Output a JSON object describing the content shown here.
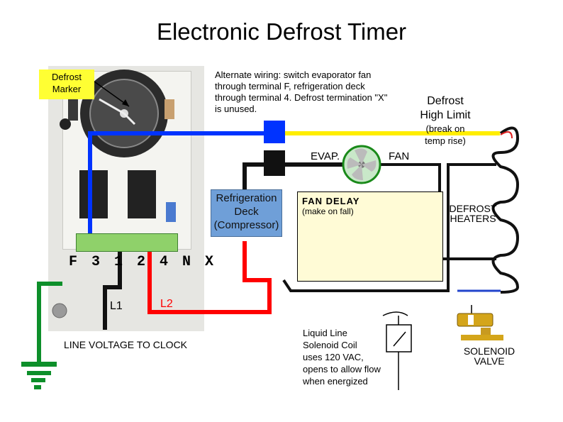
{
  "title": "Electronic Defrost Timer",
  "defrost_marker": {
    "line1": "Defrost",
    "line2": "Marker"
  },
  "alternate_note": {
    "l1": "Alternate wiring: switch evaporator fan",
    "l2": "through terminal F, refrigeration deck",
    "l3": "through terminal 4. Defrost termination \"X\"",
    "l4": "is unused."
  },
  "high_limit": {
    "line1": "Defrost",
    "line2": "High Limit",
    "note1": "(break on",
    "note2": "temp rise)"
  },
  "evap": "EVAP.",
  "fan": "FAN",
  "deck": {
    "l1": "Refrigeration",
    "l2": "Deck",
    "l3": "(Compressor)"
  },
  "fan_delay": {
    "title": "FAN DELAY",
    "sub": "(make on fall)"
  },
  "heaters": {
    "l1": "DEFROST",
    "l2": "HEATERS"
  },
  "terminals": "F 3 1 2 4 N X",
  "l1": "L1",
  "l2": "L2",
  "clock_label": "LINE VOLTAGE TO CLOCK",
  "solenoid_note": {
    "l1": "Liquid Line",
    "l2": "Solenoid Coil",
    "l3": "uses 120 VAC,",
    "l4": "opens to allow flow",
    "l5": "when energized"
  },
  "solenoid_valve": {
    "l1": "SOLENOID",
    "l2": "VALVE"
  },
  "colors": {
    "blue": "#0033ff",
    "yellow": "#ffee00",
    "red": "#ff0000",
    "green": "#0d8f2a",
    "black": "#111111"
  }
}
